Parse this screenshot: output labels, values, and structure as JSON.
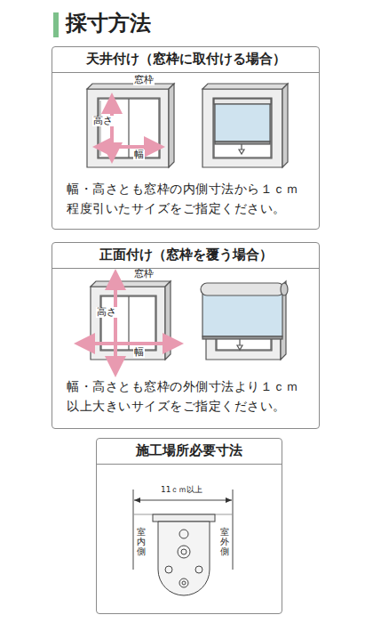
{
  "diagram": {
    "title": "採寸方法",
    "nodes": [
      {
        "text": [
          "天井付け（窓枠に取付ける場合）",
          "幅・高さとも窓枠の内側寸法から１ｃｍ 程度引いたサイズをご指定ください。"
        ]
      },
      {
        "text": [
          "正面付け（窓枠を覆う場合）",
          "幅・高さとも窓枠の外側寸法より１ｃｍ 以上大きいサイズをご指定ください。"
        ]
      },
      {
        "text": [
          "施工場所必要寸法"
        ]
      }
    ],
    "labels": [
      "窓枠",
      "高さ",
      "幅",
      "窓枠",
      "高さ",
      "幅",
      "11ｃｍ以上",
      "室内側",
      "室外側"
    ]
  }
}
